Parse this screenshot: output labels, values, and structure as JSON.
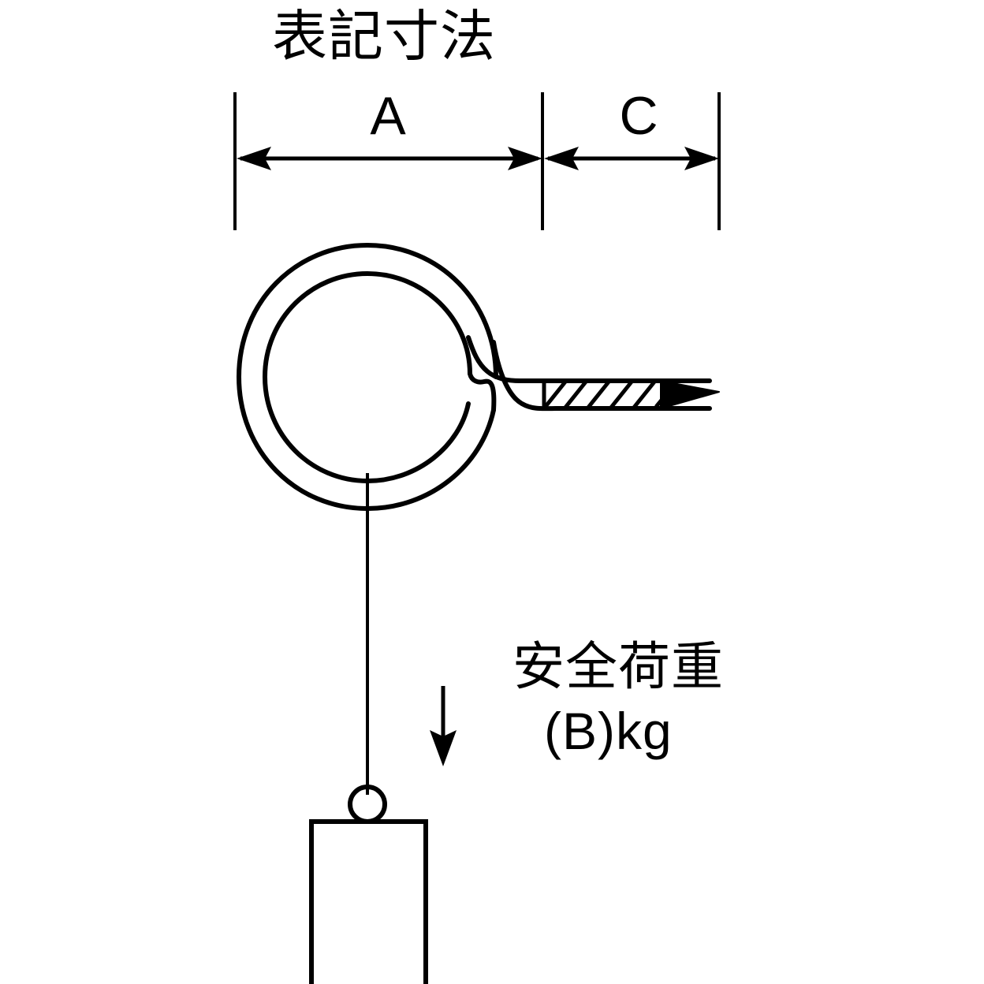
{
  "figure": {
    "title": "表記寸法",
    "background_color": "#ffffff",
    "line_color": "#000000"
  },
  "dimensions": {
    "label_a": "A",
    "label_c": "C",
    "a_description": "ring-overall-length-dimension",
    "c_description": "screw-shank-length-dimension"
  },
  "load": {
    "line1": "安全荷重",
    "line2": "(B)kg",
    "arrow_direction": "down"
  },
  "parts": {
    "ring": "screw-eye-ring",
    "shank": "threaded-screw-shank",
    "thread_count": 6,
    "hanging_line": "load-suspension-line",
    "weight_block": "suspended-weight-block",
    "connector_ring": "weight-connector-loop"
  }
}
